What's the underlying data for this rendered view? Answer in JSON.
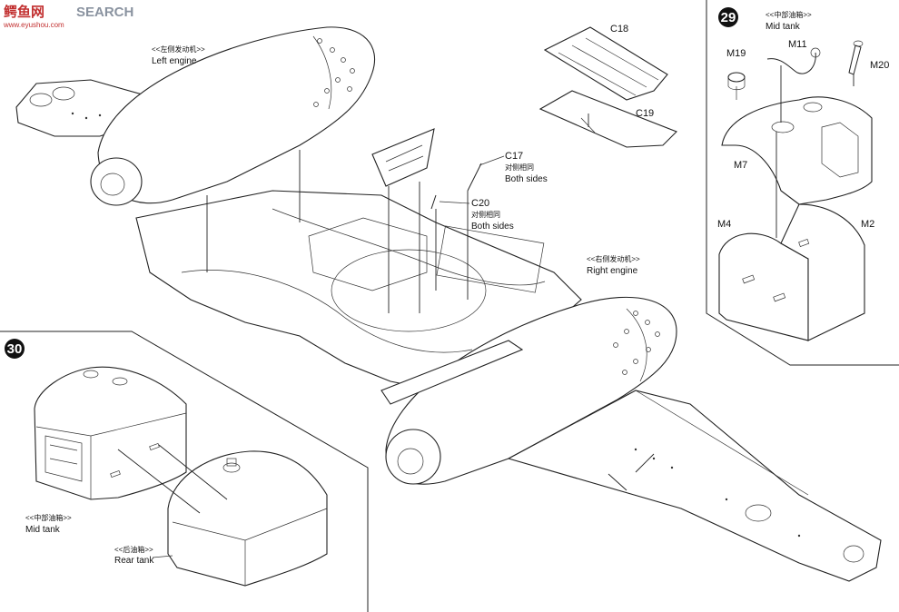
{
  "watermark": {
    "logo_text": "鳄鱼网",
    "site_text": "SEARCH",
    "url": "www.eyushou.com"
  },
  "diagram": {
    "left_engine": {
      "cn": "<<左侧发动机>>",
      "en": "Left engine"
    },
    "right_engine": {
      "cn": "<<右侧发动机>>",
      "en": "Right engine"
    },
    "parts": {
      "c17": {
        "code": "C17",
        "cn": "对侧相同",
        "en": "Both sides"
      },
      "c20": {
        "code": "C20",
        "cn": "对侧相同",
        "en": "Both sides"
      },
      "c18": {
        "code": "C18"
      },
      "c19": {
        "code": "C19"
      }
    }
  },
  "step29": {
    "number": "29",
    "title_cn": "<<中部油箱>>",
    "title_en": "Mid tank",
    "parts": [
      "M19",
      "M11",
      "M20",
      "M7",
      "M4",
      "M2"
    ]
  },
  "step30": {
    "number": "30",
    "mid_tank": {
      "cn": "<<中部油箱>>",
      "en": "Mid tank"
    },
    "rear_tank": {
      "cn": "<<后油箱>>",
      "en": "Rear tank"
    }
  },
  "colors": {
    "line": "#222222",
    "background": "#ffffff",
    "watermark_red": "#c23030",
    "watermark_gray": "#8a93a0"
  }
}
